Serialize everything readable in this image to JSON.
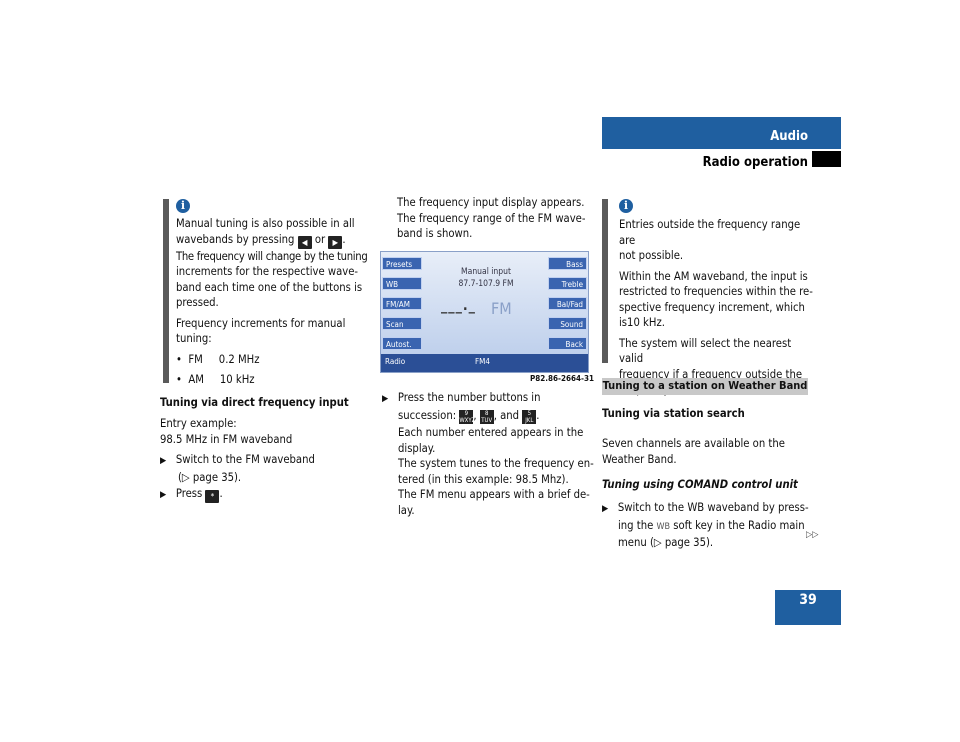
{
  "header": {
    "title": "Audio",
    "subtitle": "Radio operation"
  },
  "page_number": "39",
  "col1": {
    "note_lines": [
      "Manual tuning is also possible in all",
      "wavebands by pressing",
      "The frequency will change by the tuning",
      "increments for the respective wave-",
      "band each time one of the buttons is",
      "pressed."
    ],
    "or_text": "or",
    "note2_lines": [
      "Frequency increments for manual",
      "tuning:"
    ],
    "fm_bullet": "FM     0.2 MHz",
    "am_bullet": "AM     10 kHz",
    "section_heading": "Tuning via direct frequency input",
    "entry1": "Entry example:",
    "entry2": "98.5 MHz in FM waveband",
    "step1a": "Switch to the FM waveband",
    "step1b": "(▷ page 35).",
    "step2": "Press"
  },
  "col2": {
    "intro": [
      "The frequency input display appears.",
      "The frequency range of the FM wave-",
      "band is shown."
    ],
    "screen": {
      "left_buttons": [
        "Presets",
        "WB",
        "FM/AM",
        "Scan",
        "Autost."
      ],
      "right_buttons": [
        "Bass",
        "Treble",
        "Bal/Fad",
        "Sound",
        "Back"
      ],
      "manual_input": "Manual input",
      "range": "87.7-107.9 FM",
      "freq_display": "___._",
      "band": "FM",
      "footer_left": "Radio",
      "footer_center": "FM4"
    },
    "figure_id": "P82.86-2664-31",
    "step1a": "Press the number buttons in",
    "step1b": "succession:",
    "and_text": "and",
    "keys": [
      {
        "num": "9",
        "letters": "WXYZ"
      },
      {
        "num": "8",
        "letters": "TUV"
      },
      {
        "num": "5",
        "letters": "JKL"
      }
    ],
    "para": [
      "Each number entered appears in the",
      "display.",
      "The system tunes to the frequency en-",
      "tered (in this example: 98.5 Mhz).",
      "The FM menu appears with a brief de-",
      "lay."
    ]
  },
  "col3": {
    "note1": [
      "Entries outside the frequency range are",
      "not possible."
    ],
    "note2": [
      "Within the AM waveband, the input is",
      "restricted to frequencies within the re-",
      "spective frequency increment, which",
      "is10 kHz."
    ],
    "note3": [
      "The system will select the nearest valid",
      "frequency if a frequency outside the",
      "frequency increment is entered."
    ],
    "bar_label": "Tuning to a station on Weather Band",
    "heading": "Tuning via station search",
    "para": [
      "Seven channels are available on the",
      "Weather Band."
    ],
    "subheading": "Tuning using COMAND control unit",
    "step1": "Switch to the WB waveband by press-",
    "step2a": "ing the",
    "wb_key": "WB",
    "step2b": "soft key in the Radio main",
    "step3": "menu (▷ page 35).",
    "continue_mark": "▷▷"
  }
}
